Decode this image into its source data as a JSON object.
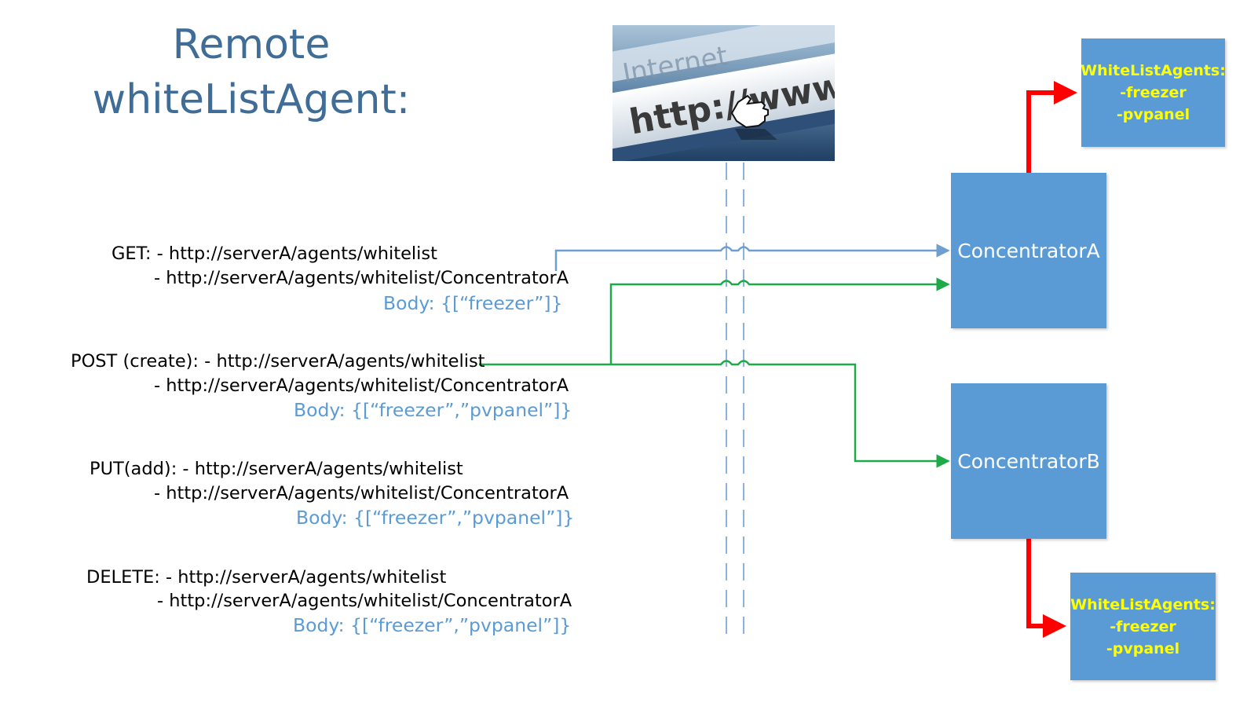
{
  "title": {
    "line1": "Remote",
    "line2": "whiteListAgent:"
  },
  "internet_image": {
    "word": "Internet",
    "url_text": "http://www"
  },
  "requests": [
    {
      "method_line": "GET: - http://serverA/agents/whitelist",
      "second_line": "- http://serverA/agents/whitelist/ConcentratorA",
      "body": "Body: {[“freezer”]}"
    },
    {
      "method_line": "POST (create): - http://serverA/agents/whitelist",
      "second_line": "- http://serverA/agents/whitelist/ConcentratorA",
      "body": "Body: {[“freezer”,”pvpanel”]}"
    },
    {
      "method_line": "PUT(add): - http://serverA/agents/whitelist",
      "second_line": "- http://serverA/agents/whitelist/ConcentratorA",
      "body": "Body: {[“freezer”,”pvpanel”]}"
    },
    {
      "method_line": "DELETE: - http://serverA/agents/whitelist",
      "second_line": "- http://serverA/agents/whitelist/ConcentratorA",
      "body": "Body: {[“freezer”,”pvpanel”]}"
    }
  ],
  "concentrators": [
    {
      "label": "ConcentratorA"
    },
    {
      "label": "ConcentratorB"
    }
  ],
  "whitelist_boxes": [
    {
      "heading": "WhiteListAgents:",
      "items": [
        "-freezer",
        "-pvpanel"
      ]
    },
    {
      "heading": "WhiteListAgents:",
      "items": [
        "-freezer",
        "-pvpanel"
      ]
    }
  ],
  "colors": {
    "box_fill": "#5b9bd5",
    "get_line": "#6f9fd0",
    "post_line": "#1faa4a",
    "red_arrow": "#ff0000",
    "title": "#3f6d98",
    "body_text": "#5b9bd5",
    "wl_text": "#ffff00"
  }
}
